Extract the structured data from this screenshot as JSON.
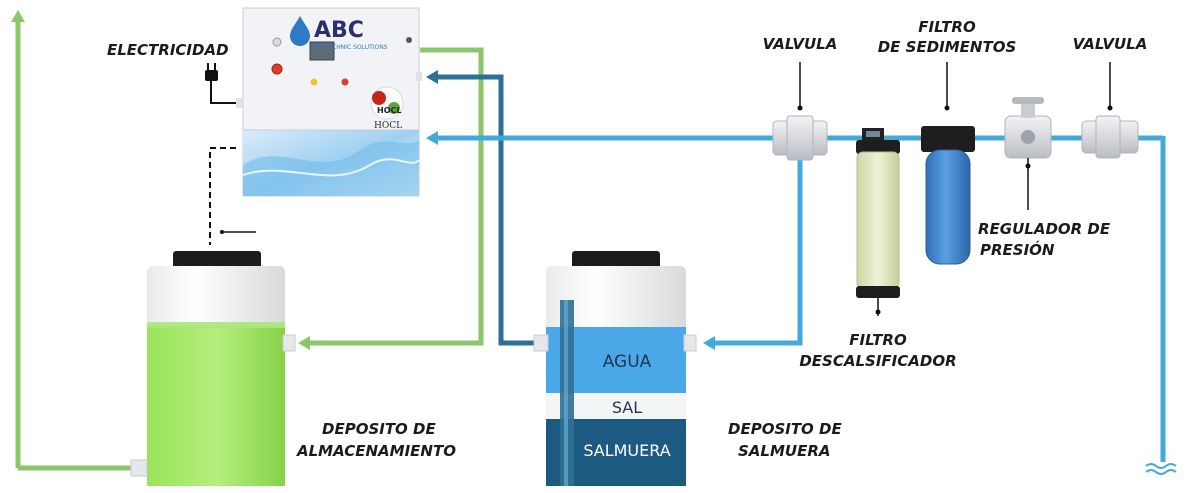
{
  "labels": {
    "electricidad": "ELECTRICIDAD",
    "valvula_left": "VALVULA",
    "filtro_sedimentos_1": "FILTRO",
    "filtro_sedimentos_2": "DE SEDIMENTOS",
    "valvula_right": "VALVULA",
    "regulador_1": "REGULADOR DE",
    "regulador_2": "PRESIÓN",
    "filtro_descal_1": "FILTRO",
    "filtro_descal_2": "DESCALSIFICADOR",
    "deposito_almac_1": "DEPOSITO DE",
    "deposito_almac_2": "ALMACENAMIENTO",
    "deposito_salm_1": "DEPOSITO DE",
    "deposito_salm_2": "SALMUERA"
  },
  "brine_tank": {
    "layer_top": "AGUA",
    "layer_mid": "SAL",
    "layer_bottom": "SALMUERA"
  },
  "control_box": {
    "brand": "ABC",
    "subtitle": "BIOTECHNIC SOLUTIONS",
    "logo_text": "HOCL",
    "logo_badge": "HOCL"
  },
  "colors": {
    "water_pipe": "#43a9dc",
    "brine_pipe": "#2d6f95",
    "product_pipe": "#8cc66a",
    "product_liquid": "#8fdc52",
    "agua_layer": "#4aa8e8",
    "salmuera_layer": "#1c5a82",
    "filter_blue": "#3f86cc",
    "softener_tan": "#dfe6bf"
  }
}
